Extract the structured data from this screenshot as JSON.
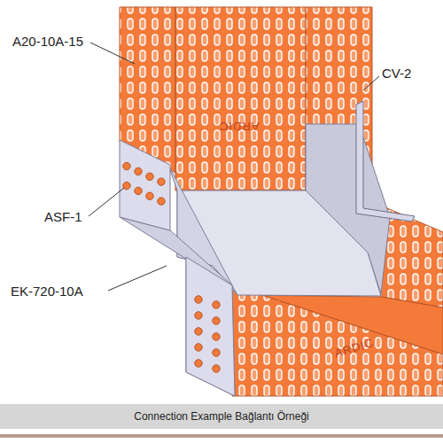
{
  "diagram": {
    "caption": "Connection Example Bağlantı Örneği",
    "labels": [
      "A20-10A-15",
      "CV-2",
      "ASF-1",
      "EK-720-10A",
      "ARDIC",
      "ARDIC"
    ]
  }
}
